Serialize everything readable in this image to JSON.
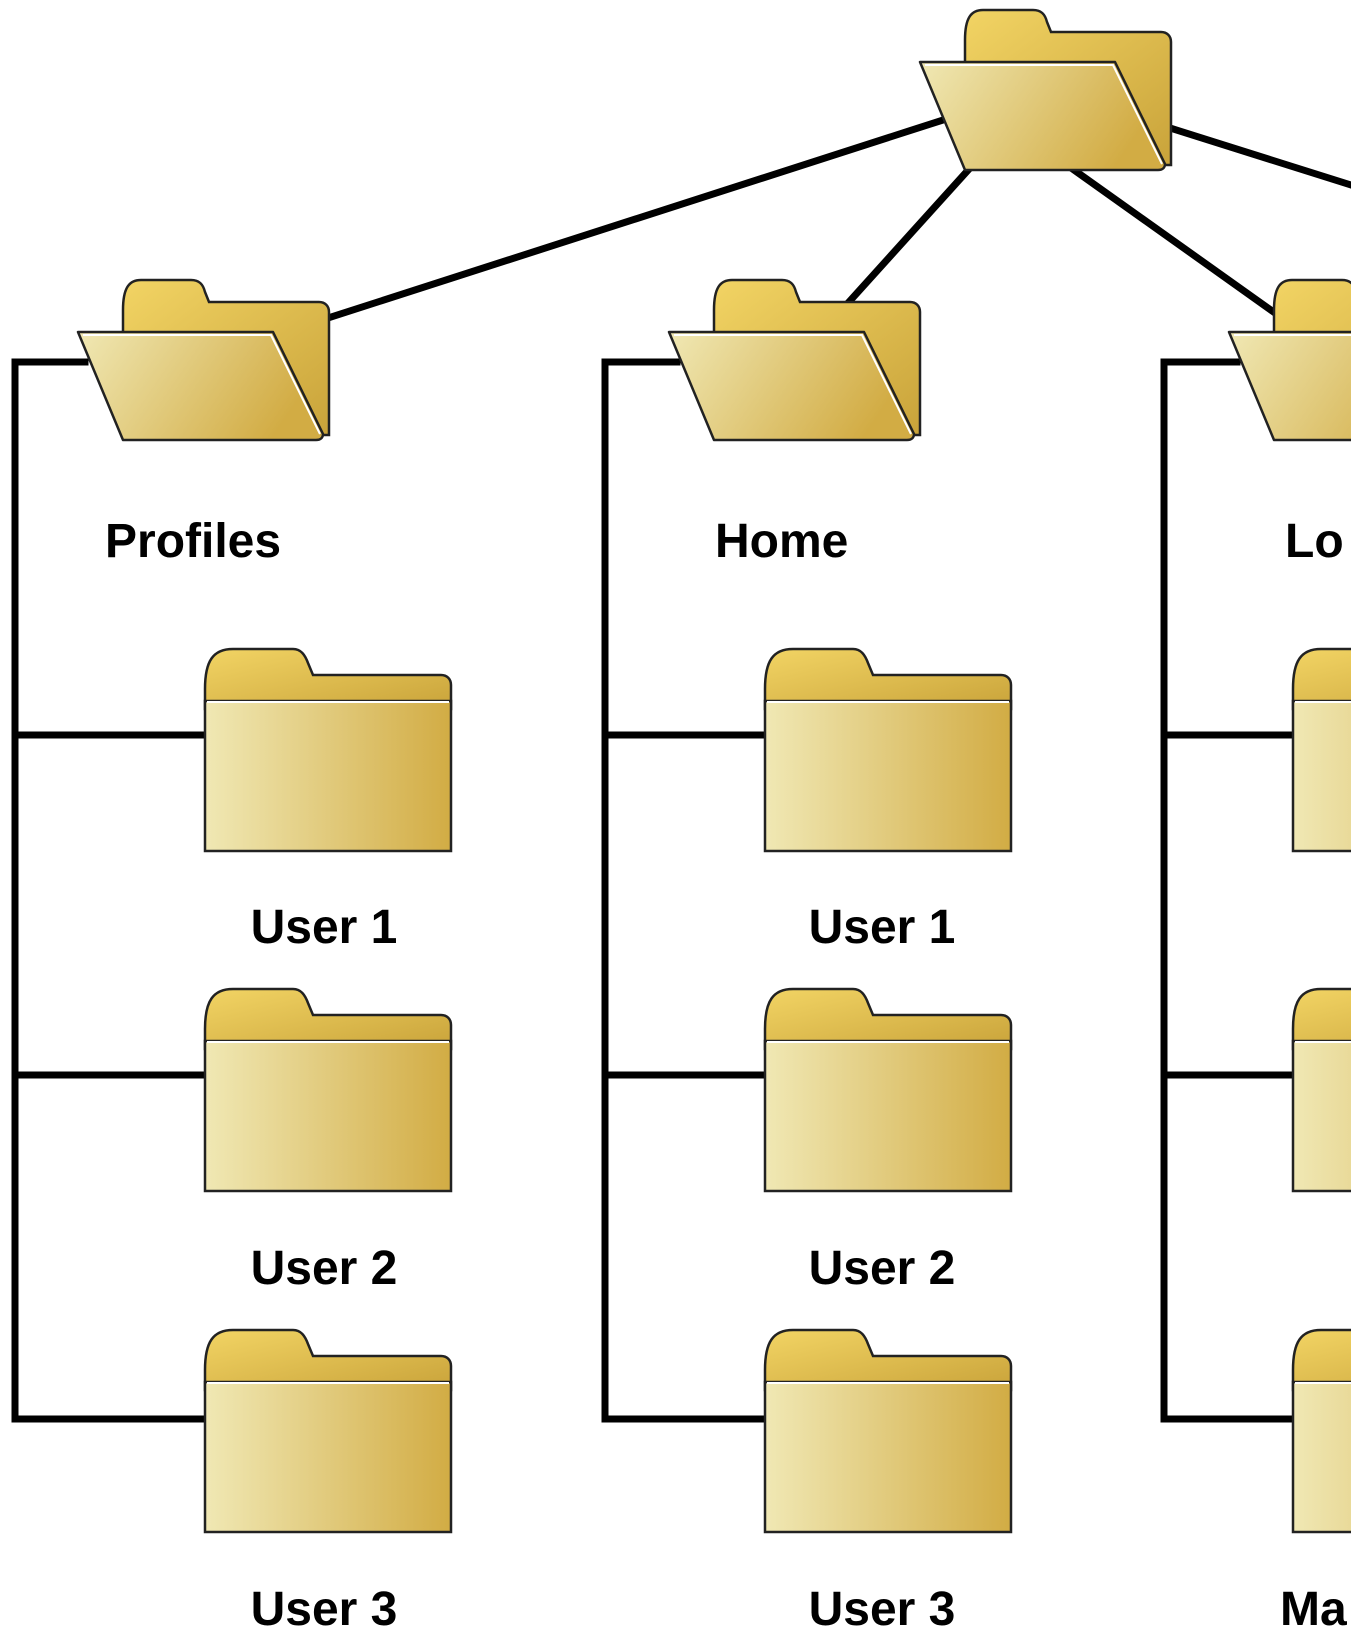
{
  "root": {
    "label": ""
  },
  "branches": [
    {
      "label": "Profiles",
      "children": [
        {
          "label": "User 1"
        },
        {
          "label": "User 2"
        },
        {
          "label": "User 3"
        }
      ]
    },
    {
      "label": "Home",
      "children": [
        {
          "label": "User 1"
        },
        {
          "label": "User 2"
        },
        {
          "label": "User 3"
        }
      ]
    },
    {
      "label": "Lo",
      "children": [
        {
          "label": ""
        },
        {
          "label": ""
        },
        {
          "label": "Ma"
        }
      ]
    }
  ],
  "colors": {
    "folder_light": "#f0e8b4",
    "folder_dark": "#d2ac44",
    "folder_tab": "#f2d464",
    "line": "#000000"
  },
  "icons": {
    "open_folder": "open-folder-icon",
    "closed_folder": "closed-folder-icon"
  }
}
